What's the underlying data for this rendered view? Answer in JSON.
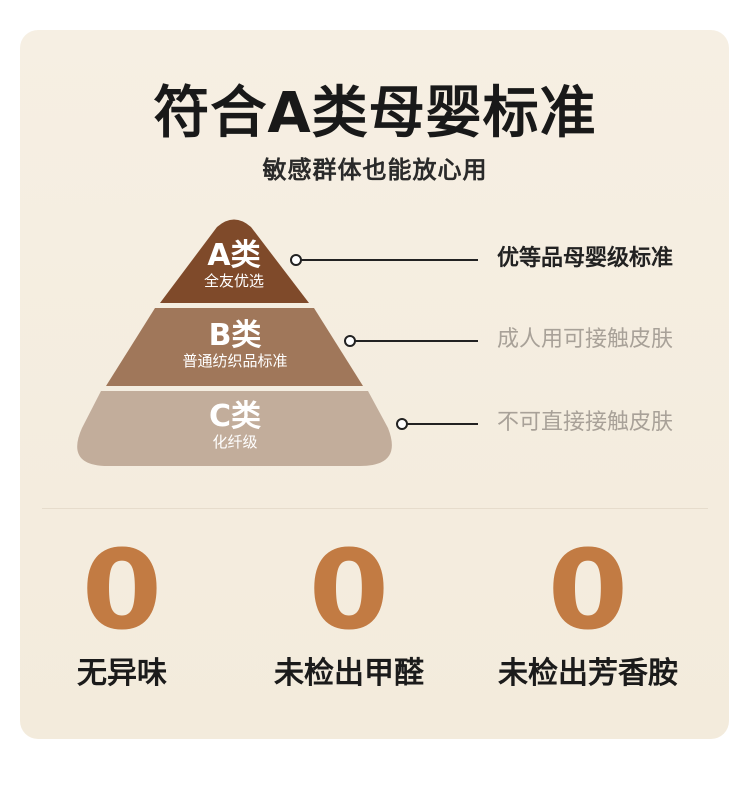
{
  "header": {
    "title": "符合A类母婴标准",
    "subtitle": "敏感群体也能放心用"
  },
  "pyramid": {
    "tiers": [
      {
        "letter": "A类",
        "sub": "全友优选",
        "label": "优等品母婴级标准",
        "color": "#7f4a2a",
        "label_color": "#222222"
      },
      {
        "letter": "B类",
        "sub": "普通纺织品标准",
        "label": "成人用可接触皮肤",
        "color": "#a0775a",
        "label_color": "#a8a198"
      },
      {
        "letter": "C类",
        "sub": "化纤级",
        "label": "不可直接接触皮肤",
        "color": "#c2ad9b",
        "label_color": "#a8a198"
      }
    ]
  },
  "features": [
    {
      "number": "0",
      "label": "无异味"
    },
    {
      "number": "0",
      "label": "未检出甲醛"
    },
    {
      "number": "0",
      "label": "未检出芳香胺"
    }
  ],
  "colors": {
    "background_card": "#f4ecdf",
    "accent_orange": "#c27b43"
  }
}
